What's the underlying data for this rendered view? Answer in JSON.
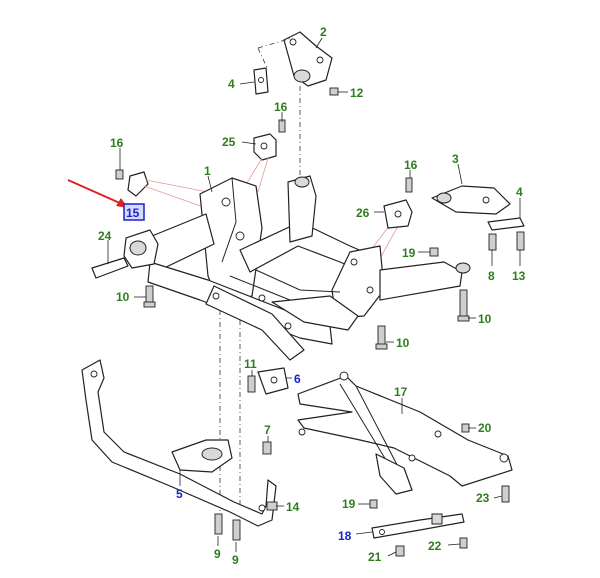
{
  "colors": {
    "green_label": "#2e7d1e",
    "blue_label": "#1a22c8",
    "highlight_box": "#1a22c8",
    "highlight_fill": "#d6dcff",
    "arrow": "#e02020"
  },
  "callouts": [
    {
      "id": "c2",
      "text": "2",
      "color": "green"
    },
    {
      "id": "c4a",
      "text": "4",
      "color": "green"
    },
    {
      "id": "c12",
      "text": "12",
      "color": "green"
    },
    {
      "id": "c16a",
      "text": "16",
      "color": "green"
    },
    {
      "id": "c25",
      "text": "25",
      "color": "green"
    },
    {
      "id": "c16b",
      "text": "16",
      "color": "green"
    },
    {
      "id": "c1",
      "text": "1",
      "color": "green"
    },
    {
      "id": "c15",
      "text": "15",
      "color": "blue",
      "highlighted": true
    },
    {
      "id": "c24",
      "text": "24",
      "color": "green"
    },
    {
      "id": "c10a",
      "text": "10",
      "color": "green"
    },
    {
      "id": "c16c",
      "text": "16",
      "color": "green"
    },
    {
      "id": "c3",
      "text": "3",
      "color": "green"
    },
    {
      "id": "c4b",
      "text": "4",
      "color": "green"
    },
    {
      "id": "c26",
      "text": "26",
      "color": "green"
    },
    {
      "id": "c19a",
      "text": "19",
      "color": "green"
    },
    {
      "id": "c8",
      "text": "8",
      "color": "green"
    },
    {
      "id": "c13",
      "text": "13",
      "color": "green"
    },
    {
      "id": "c10b",
      "text": "10",
      "color": "green"
    },
    {
      "id": "c10c",
      "text": "10",
      "color": "green"
    },
    {
      "id": "c11",
      "text": "11",
      "color": "green"
    },
    {
      "id": "c6",
      "text": "6",
      "color": "blue"
    },
    {
      "id": "c17",
      "text": "17",
      "color": "green"
    },
    {
      "id": "c7",
      "text": "7",
      "color": "green"
    },
    {
      "id": "c20",
      "text": "20",
      "color": "green"
    },
    {
      "id": "c5",
      "text": "5",
      "color": "blue"
    },
    {
      "id": "c14",
      "text": "14",
      "color": "green"
    },
    {
      "id": "c19b",
      "text": "19",
      "color": "green"
    },
    {
      "id": "c23",
      "text": "23",
      "color": "green"
    },
    {
      "id": "c18",
      "text": "18",
      "color": "blue"
    },
    {
      "id": "c22",
      "text": "22",
      "color": "green"
    },
    {
      "id": "c21",
      "text": "21",
      "color": "green"
    },
    {
      "id": "c9a",
      "text": "9",
      "color": "green"
    },
    {
      "id": "c9b",
      "text": "9",
      "color": "green"
    }
  ]
}
